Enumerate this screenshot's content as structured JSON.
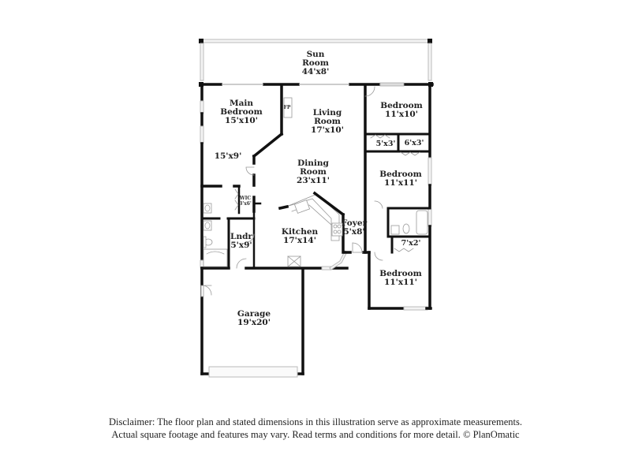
{
  "floor_plan": {
    "rooms": [
      {
        "id": "sun-room",
        "name": "Sun Room",
        "line1": "Sun",
        "line2": "Room",
        "dimensions": "44'x8'"
      },
      {
        "id": "main-bedroom",
        "name": "Main Bedroom",
        "line1": "Main",
        "line2": "Bedroom",
        "dimensions": "15'x10'"
      },
      {
        "id": "main-bedroom-alcove",
        "dimensions": "15'x9'"
      },
      {
        "id": "living-room",
        "name": "Living Room",
        "line1": "Living",
        "line2": "Room",
        "dimensions": "17'x10'"
      },
      {
        "id": "bedroom-1",
        "name": "Bedroom",
        "dimensions": "11'x10'"
      },
      {
        "id": "closet-1",
        "dimensions": "5'x3'"
      },
      {
        "id": "closet-2",
        "dimensions": "6'x3'"
      },
      {
        "id": "dining-room",
        "name": "Dining Room",
        "line1": "Dining",
        "line2": "Room",
        "dimensions": "23'x11'"
      },
      {
        "id": "bedroom-2",
        "name": "Bedroom",
        "dimensions": "11'x11'"
      },
      {
        "id": "wic",
        "name": "WIC",
        "dimensions": "3'x6'"
      },
      {
        "id": "foyer",
        "name": "Foyer",
        "dimensions": "5'x8'"
      },
      {
        "id": "kitchen",
        "name": "Kitchen",
        "dimensions": "17'x14'"
      },
      {
        "id": "laundry",
        "name": "Lndr",
        "dimensions": "5'x9'"
      },
      {
        "id": "closet-3",
        "dimensions": "7'x2'"
      },
      {
        "id": "bedroom-3",
        "name": "Bedroom",
        "dimensions": "11'x11'"
      },
      {
        "id": "garage",
        "name": "Garage",
        "dimensions": "19'x20'"
      }
    ],
    "fixtures": {
      "fireplace": "FP"
    }
  },
  "disclaimer": {
    "line1": "Disclaimer: The floor plan and stated dimensions in this illustration serve as approximate measurements.",
    "line2": "Actual square footage and features may vary. Read terms and conditions for more detail. © PlanOmatic"
  },
  "colors": {
    "wall": "#111111",
    "window": "#cccccc",
    "background": "#ffffff",
    "text": "#222222"
  }
}
